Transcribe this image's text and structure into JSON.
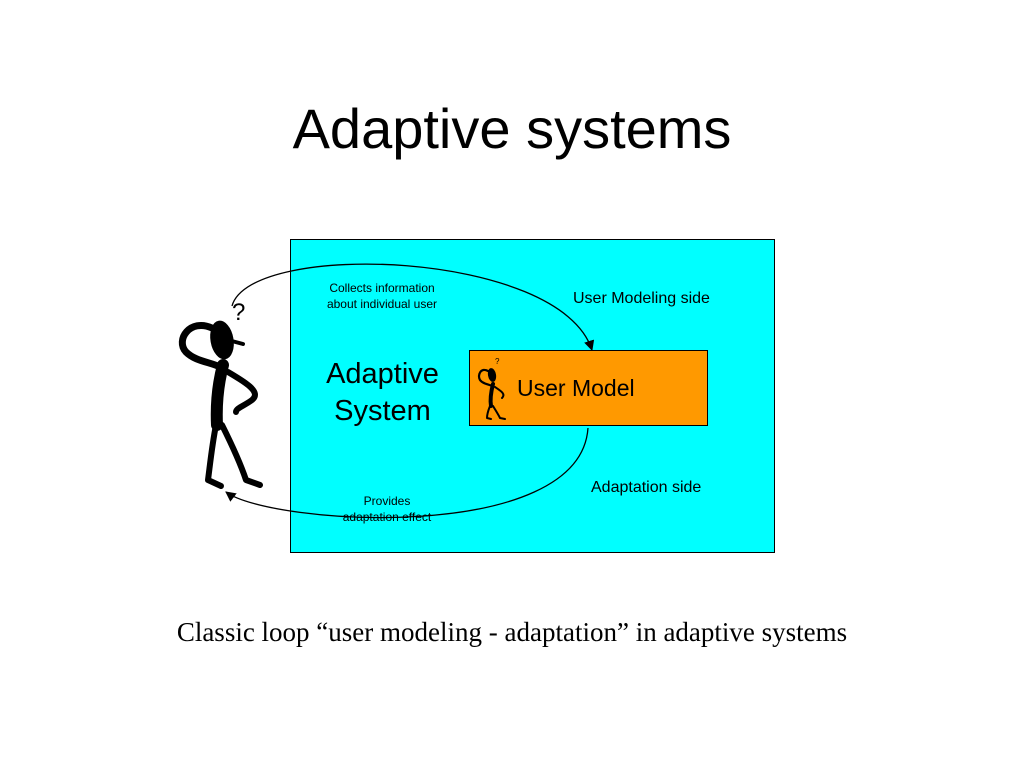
{
  "slide": {
    "title": "Adaptive systems",
    "caption": "Classic loop “user modeling - adaptation” in adaptive systems"
  },
  "diagram": {
    "system_label_line1": "Adaptive",
    "system_label_line2": "System",
    "user_model_label": "User Model",
    "user_modeling_side": "User Modeling side",
    "adaptation_side": "Adaptation side",
    "collects_line1": "Collects information",
    "collects_line2": "about individual user",
    "provides_line1": "Provides",
    "provides_line2": "adaptation effect",
    "question_mark": "?",
    "colors": {
      "system_box": "#00ffff",
      "user_model_box": "#ff9900"
    }
  }
}
